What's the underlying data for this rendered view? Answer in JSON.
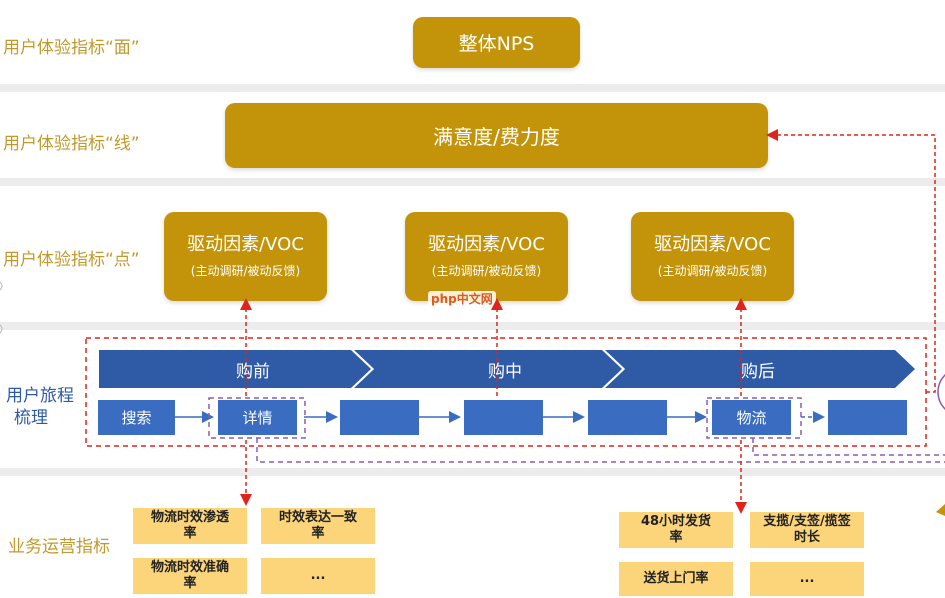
{
  "rows": {
    "surface_label": "用户体验指标“面”",
    "line_label": "用户体验指标“线”",
    "point_label": "用户体验指标“点”",
    "journey_label_1": "用户旅程",
    "journey_label_2": "梳理",
    "ops_label": "业务运营指标"
  },
  "nps": "整体NPS",
  "satisfaction": "满意度/费力度",
  "drivers": [
    {
      "title": "驱动因素/VOC",
      "sub": "(主动调研/被动反馈)"
    },
    {
      "title": "驱动因素/VOC",
      "sub": "(主动调研/被动反馈)"
    },
    {
      "title": "驱动因素/VOC",
      "sub": "(主动调研/被动反馈)"
    }
  ],
  "watermark": "php中文网",
  "phases": [
    "购前",
    "购中",
    "购后"
  ],
  "steps": [
    "搜索",
    "详情",
    "",
    "",
    "",
    "物流",
    ""
  ],
  "metrics_left": [
    "物流时效渗透率",
    "时效表达一致率",
    "物流时效准确率",
    "..."
  ],
  "metrics_right": [
    "48小时发货率",
    "支揽/支签/揽签时长",
    "送货上门率",
    "..."
  ],
  "colors": {
    "gold": "#c39409",
    "blue_dark": "#2f5aa6",
    "blue": "#3a6cc1",
    "metric": "#fcd57a",
    "red_dash": "#e0231b",
    "purple_dash": "#8e5bb5"
  }
}
